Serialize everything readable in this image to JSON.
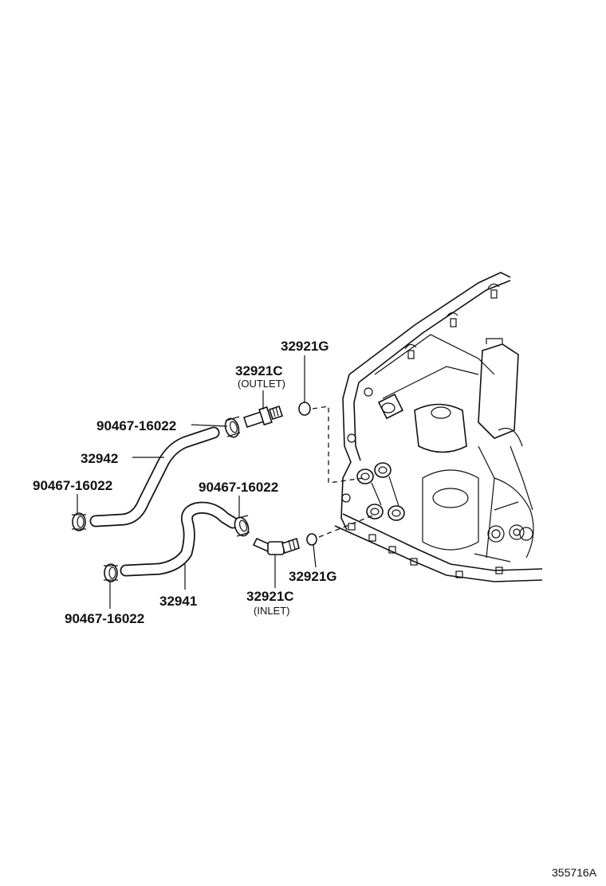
{
  "labels": {
    "gasket_upper": "32921G",
    "union_outlet": "32921C",
    "union_outlet_note": "(OUTLET)",
    "clip_upper": "90467-16022",
    "hose_upper": "32942",
    "clip_left_upper": "90467-16022",
    "clip_mid": "90467-16022",
    "gasket_lower": "32921G",
    "union_inlet": "32921C",
    "union_inlet_note": "(INLET)",
    "hose_lower": "32941",
    "clip_left_lower": "90467-16022"
  },
  "reference_code": "355716A"
}
